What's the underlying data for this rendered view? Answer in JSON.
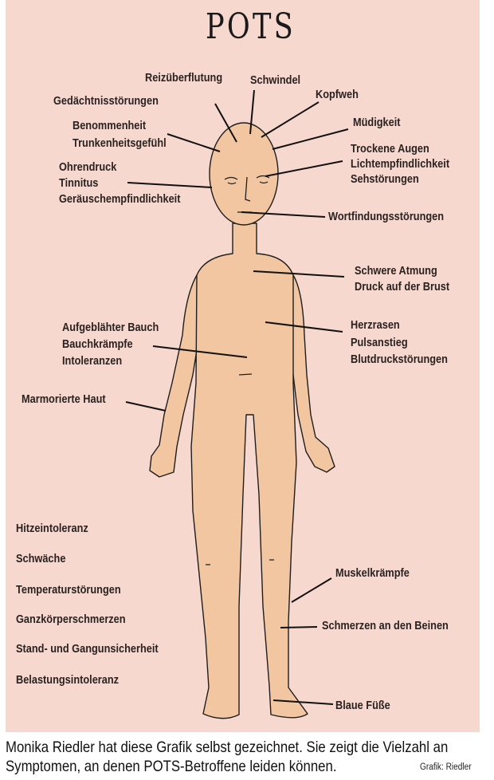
{
  "title": "POTS",
  "colors": {
    "background": "#f7d8cf",
    "skin": "#f2c6a0",
    "text": "#2a2220"
  },
  "labels": {
    "reizueberflutung": "Reizüberflutung",
    "schwindel": "Schwindel",
    "gedaechtnis": "Gedächtnisstörungen",
    "kopfweh": "Kopfweh",
    "benommenheit": "Benommenheit",
    "trunkenheit": "Trunkenheitsgefühl",
    "muedigkeit": "Müdigkeit",
    "trockene_augen": "Trockene Augen",
    "licht": "Lichtempfindlichkeit",
    "seh": "Sehstörungen",
    "ohrendruck": "Ohrendruck",
    "tinnitus": "Tinnitus",
    "geraeusch": "Geräuschempfindlichkeit",
    "wortfindung": "Wortfindungsstörungen",
    "atmung": "Schwere Atmung",
    "brust": "Druck auf der Brust",
    "bauch": "Aufgeblähter Bauch",
    "bauchkraempfe": "Bauchkrämpfe",
    "intoleranzen": "Intoleranzen",
    "herzrasen": "Herzrasen",
    "pulsanstieg": "Pulsanstieg",
    "blutdruck": "Blutdruckstörungen",
    "marmoriert": "Marmorierte Haut",
    "hitze": "Hitzeintoleranz",
    "schwaeche": "Schwäche",
    "temperatur": "Temperaturstörungen",
    "ganzkoerper": "Ganzkörperschmerzen",
    "gang": "Stand- und Gangunsicherheit",
    "belastung": "Belastungsintoleranz",
    "muskel": "Muskelkrämpfe",
    "beine": "Schmerzen an den Beinen",
    "fuesse": "Blaue Füße"
  },
  "caption": {
    "line1": "Monika Riedler hat diese Grafik selbst gezeichnet. Sie zeigt die Vielzahl an",
    "line2": "Symptomen, an denen POTS-Betroffene leiden können.",
    "credit": "Grafik: Riedler"
  }
}
